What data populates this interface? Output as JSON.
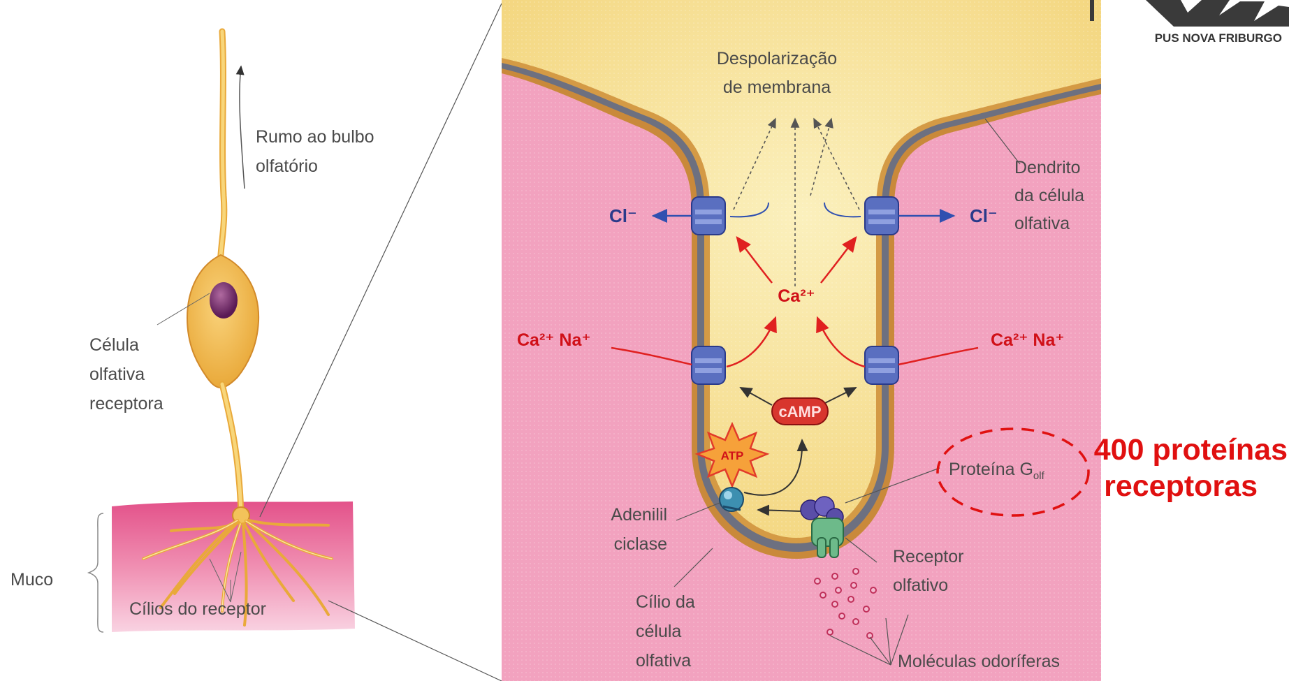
{
  "colors": {
    "mucus": "#e76a9a",
    "cell": "#f3c35a",
    "interior": "#f8e49a",
    "pink_bg": "#f2a2bf",
    "channel": "#5a6fc0",
    "ion_blue": "#2a3a8a",
    "ion_red": "#d01018",
    "annotation": "#e01010"
  },
  "logo": {
    "text": "PUS NOVA FRIBURGO"
  },
  "left_panel": {
    "toward_bulb": [
      "Rumo ao bulbo",
      "olfatório"
    ],
    "receptor_cell": [
      "Célula",
      "olfativa",
      "receptora"
    ],
    "mucus": "Muco",
    "cilia": "Cílios do receptor"
  },
  "right_panel": {
    "depolarization": [
      "Despolarização",
      "de membrana"
    ],
    "dendrite": [
      "Dendrito",
      "da célula",
      "olfativa"
    ],
    "cl_left": "Cl⁻",
    "cl_right": "Cl⁻",
    "ca_center": "Ca²⁺",
    "ca_na_left": "Ca²⁺  Na⁺",
    "ca_na_right": "Ca²⁺  Na⁺",
    "camp": "cAMP",
    "atp": "ATP",
    "g_protein": "Proteína G",
    "g_protein_sub": "olf",
    "adenylyl": [
      "Adenilil",
      "ciclase"
    ],
    "receptor": [
      "Receptor",
      "olfativo"
    ],
    "cilium": [
      "Cílio da",
      "célula",
      "olfativa"
    ],
    "odorants": "Moléculas odoríferas"
  },
  "annotation": [
    "400 proteínas",
    "receptoras"
  ]
}
